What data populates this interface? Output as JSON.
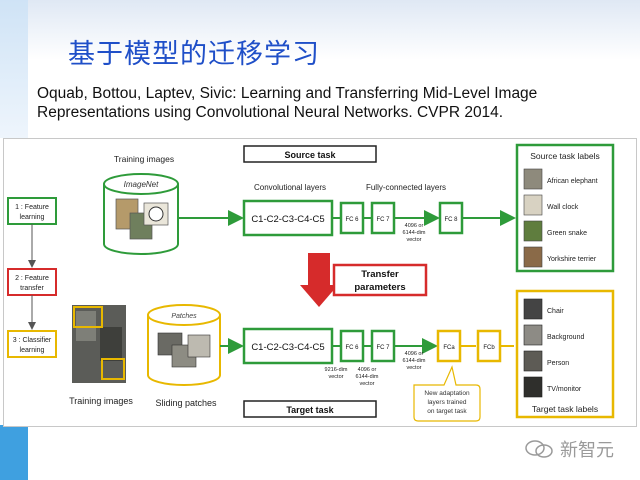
{
  "slide": {
    "title": "基于模型的迁移学习",
    "citation_line1": "Oquab, Bottou, Laptev, Sivic: Learning and Transferring Mid-Level Image",
    "citation_line2": "Representations using Convolutional Neural Networks. CVPR 2014."
  },
  "steps": [
    {
      "line1": "1 : Feature",
      "line2": "learning",
      "color": "#2e9b3a"
    },
    {
      "line1": "2 : Feature",
      "line2": "transfer",
      "color": "#d62b2b"
    },
    {
      "line1": "3 : Classifier",
      "line2": "learning",
      "color": "#e8b800"
    }
  ],
  "source": {
    "header": "Source task",
    "training_images": "Training images",
    "imagenet": "ImageNet",
    "conv_label": "Convolutional layers",
    "fc_label": "Fully-connected layers",
    "conv": "C1-C2-C3-C4-C5",
    "fc6": "FC 6",
    "fc7": "FC 7",
    "fc8": "FC 8",
    "vec1": "4096 or",
    "vec2": "6144-dim",
    "vec3": "vector",
    "labels_title": "Source task labels",
    "labels": [
      "African elephant",
      "Wall clock",
      "Green snake",
      "Yorkshire terrier"
    ]
  },
  "transfer": {
    "line1": "Transfer",
    "line2": "parameters"
  },
  "target": {
    "header": "Target task",
    "training_images": "Training images",
    "sliding_patches": "Sliding patches",
    "patches": "Patches",
    "conv": "C1-C2-C3-C4-C5",
    "fc6": "FC 6",
    "fc7": "FC 7",
    "fca": "FCa",
    "fcb": "FCb",
    "vec9216_1": "9216-dim",
    "vec9216_2": "vector",
    "vec4096_1": "4096 or",
    "vec4096_2": "6144-dim",
    "vec4096_3": "vector",
    "vecB1": "4096 or",
    "vecB2": "6144-dim",
    "vecB3": "vector",
    "callout1": "New adaptation",
    "callout2": "layers trained",
    "callout3": "on target task",
    "labels_title": "Target task labels",
    "labels": [
      "Chair",
      "Background",
      "Person",
      "TV/monitor"
    ]
  },
  "colors": {
    "title_blue": "#1f4fc8",
    "green": "#2e9b3a",
    "red": "#d62b2b",
    "yellow": "#e8b800",
    "band_blue": "#3fa0e0"
  },
  "watermark": {
    "text": "新智元"
  }
}
